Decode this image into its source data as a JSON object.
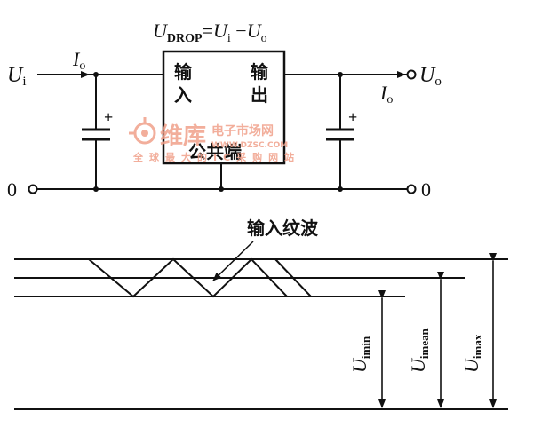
{
  "top_circuit": {
    "formula": {
      "U": "U",
      "drop": "DROP",
      "eq": "=",
      "Ui": "U",
      "i": "i",
      "minus": " −",
      "Uo": "U",
      "o": "o"
    },
    "input": {
      "U": "U",
      "sub": "i"
    },
    "output": {
      "U": "U",
      "sub": "o"
    },
    "current_in": {
      "I": "I",
      "sub": "o"
    },
    "current_out": {
      "I": "I",
      "sub": "o"
    },
    "ground_left": "0",
    "ground_right": "0",
    "cap_plus_left": "+",
    "cap_plus_right": "+",
    "regulator": {
      "in_top": "输",
      "in_bottom": "入",
      "out_top": "输",
      "out_bottom": "出",
      "common": "公共端"
    }
  },
  "watermark": {
    "brand": "维库",
    "site": "电子市场网",
    "url": "WWW.DZSC.COM",
    "slogan": "全球最大的IC采购网站",
    "color": "#f0a08a"
  },
  "ripple": {
    "label": "输入纹波",
    "u_min": {
      "U": "U",
      "sub": "imin"
    },
    "u_mean": {
      "U": "U",
      "sub": "imean"
    },
    "u_max": {
      "U": "U",
      "sub": "imax"
    }
  }
}
